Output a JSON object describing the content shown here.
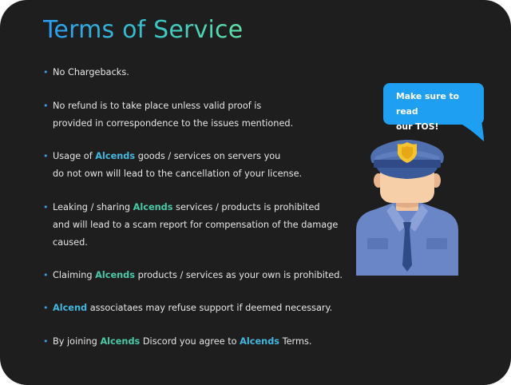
{
  "title": "Terms of Service",
  "bullet_glyph": "•",
  "rules": [
    {
      "lines": [
        [
          {
            "t": "No Chargebacks."
          }
        ]
      ]
    },
    {
      "lines": [
        [
          {
            "t": "No refund is to take place unless valid proof is"
          }
        ],
        [
          {
            "t": "provided in correspondence to the issues mentioned."
          }
        ]
      ]
    },
    {
      "lines": [
        [
          {
            "t": "Usage of "
          },
          {
            "t": "Alcends",
            "h": "blue"
          },
          {
            "t": " goods / services on servers you"
          }
        ],
        [
          {
            "t": "do not own will lead to the cancellation of your license."
          }
        ]
      ]
    },
    {
      "lines": [
        [
          {
            "t": "Leaking / sharing "
          },
          {
            "t": "Alcends",
            "h": "green"
          },
          {
            "t": " services / products is prohibited"
          }
        ],
        [
          {
            "t": "and will lead to a scam report for compensation of the damage"
          }
        ],
        [
          {
            "t": "caused."
          }
        ]
      ]
    },
    {
      "lines": [
        [
          {
            "t": "Claiming "
          },
          {
            "t": "Alcends",
            "h": "green"
          },
          {
            "t": " products / services as your own is prohibited."
          }
        ]
      ]
    },
    {
      "lines": [
        [
          {
            "t": "Alcend",
            "h": "blue"
          },
          {
            "t": " associataes may refuse support if deemed necessary."
          }
        ]
      ]
    },
    {
      "lines": [
        [
          {
            "t": "By joining "
          },
          {
            "t": "Alcends",
            "h": "green"
          },
          {
            "t": " Discord you agree to "
          },
          {
            "t": "Alcends",
            "h": "blue"
          },
          {
            "t": " Terms."
          }
        ]
      ]
    }
  ],
  "speech_bubble": {
    "line1": "Make sure to read",
    "line2": "our TOS!"
  },
  "icons": {
    "bullet": "bullet-dot",
    "illustration": "police-officer-icon"
  },
  "colors": {
    "background": "#1e1e1e",
    "text": "#e6e6e6",
    "accent_blue": "#43b7e0",
    "accent_green": "#48c9a8",
    "bubble": "#1e9ff2",
    "uniform": "#6a86c6",
    "badge": "#f4c430"
  }
}
